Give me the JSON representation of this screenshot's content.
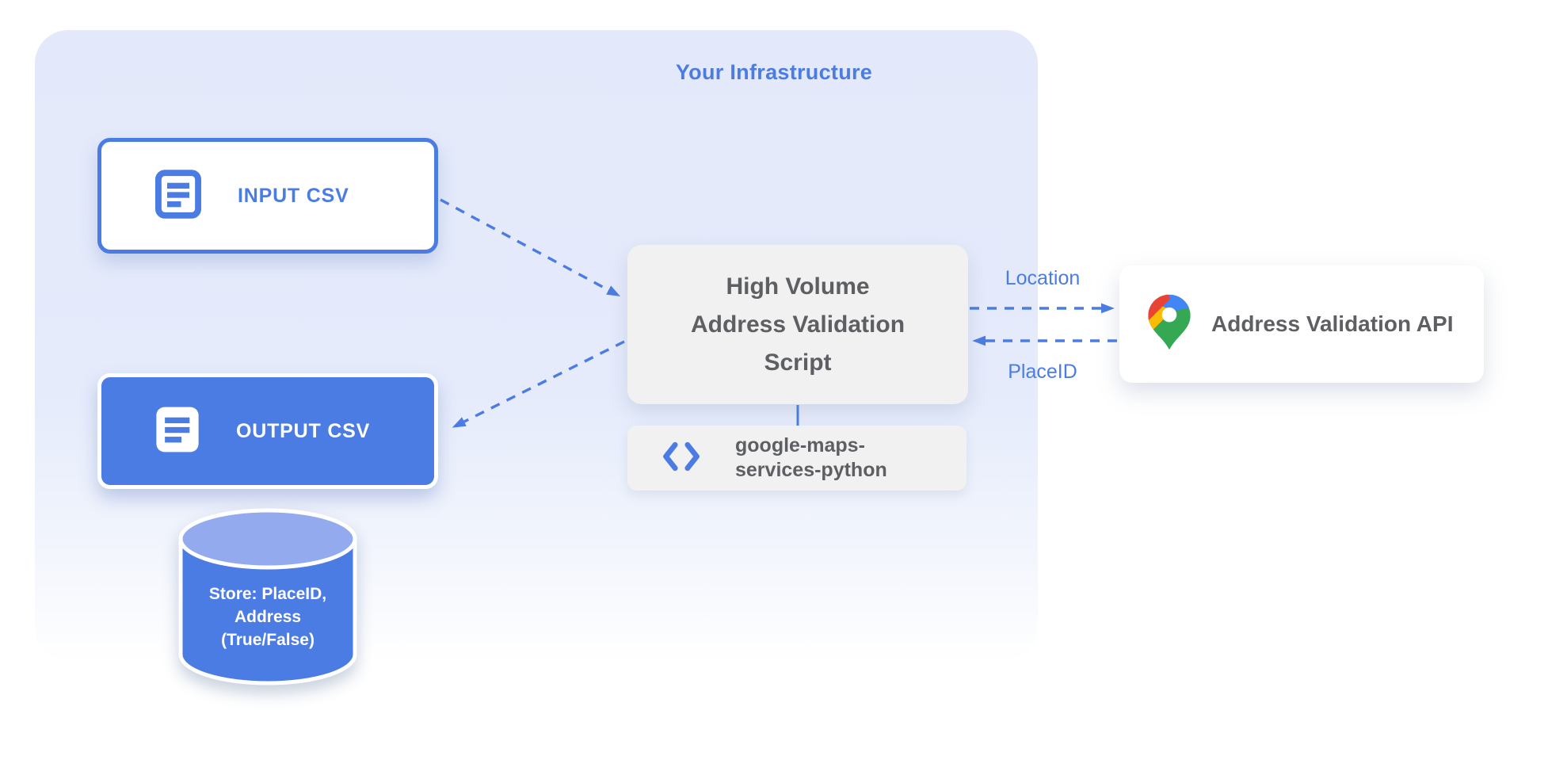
{
  "colors": {
    "accent": "#4b7ce3",
    "container_bg": "#e3e9fa",
    "box_gray": "#f1f1f2",
    "text_gray": "#5d5f63",
    "cylinder_top": "#93abee",
    "pin_red": "#EA4335",
    "pin_blue": "#4285F4",
    "pin_blue_light": "#69a0f7",
    "pin_yellow": "#FBBC04",
    "pin_green": "#34A853"
  },
  "group": {
    "title": "Your Infrastructure"
  },
  "nodes": {
    "input_csv": {
      "label": "INPUT CSV",
      "icon": "document-icon"
    },
    "output_csv": {
      "label": "OUTPUT CSV",
      "icon": "document-icon"
    },
    "datastore": {
      "lines": [
        "Store: PlaceID,",
        "Address",
        "(True/False)"
      ],
      "icon": "database-cylinder"
    },
    "script": {
      "lines": [
        "High Volume",
        "Address Validation",
        "Script"
      ]
    },
    "library": {
      "lines": [
        "google-maps-",
        "services-python"
      ],
      "icon": "code-icon"
    },
    "api": {
      "label": "Address Validation API",
      "icon": "google-maps-pin-icon"
    }
  },
  "edges": {
    "location": "Location",
    "placeid": "PlaceID"
  }
}
